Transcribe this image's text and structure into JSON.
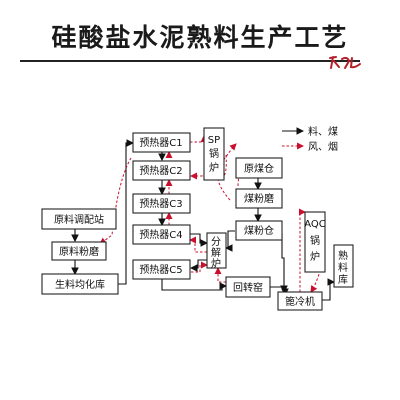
{
  "title": "硅酸盐水泥熟料生产工艺",
  "signature": "九亿",
  "legend": {
    "material": "料、煤",
    "gas": "风、烟"
  },
  "nodes": {
    "raw_blend": "原料调配站",
    "raw_mill": "原料粉磨",
    "homog": "生料均化库",
    "c1": "预热器C1",
    "c2": "预热器C2",
    "c3": "预热器C3",
    "c4": "预热器C4",
    "c5": "预热器C5",
    "sp_boiler": [
      "SP",
      "锅",
      "炉"
    ],
    "coal_store": "原煤仓",
    "coal_mill": "煤粉磨",
    "coal_bin": "煤粉仓",
    "calciner": [
      "分",
      "解",
      "炉"
    ],
    "kiln": "回转窑",
    "cooler": "篦冷机",
    "aqc_boiler": [
      "AQC",
      "锅",
      "炉"
    ],
    "clinker": [
      "熟",
      "料",
      "库"
    ]
  },
  "colors": {
    "material_line": "#111111",
    "gas_line": "#c8102e"
  }
}
